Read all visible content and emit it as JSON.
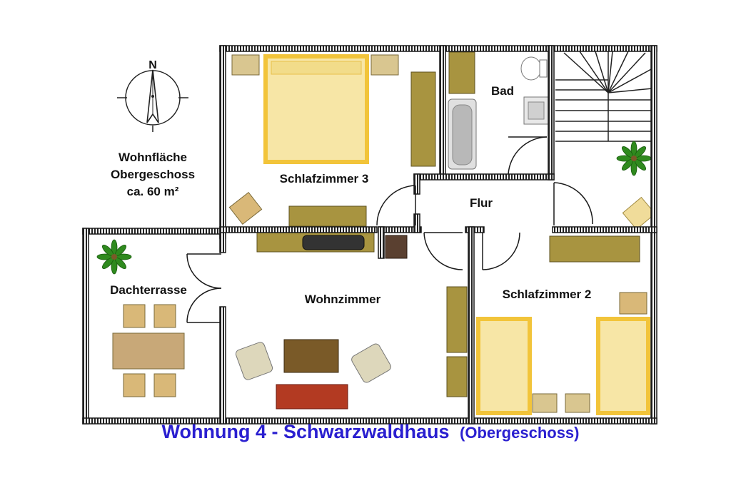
{
  "compass": {
    "north_letter": "N"
  },
  "info": {
    "line1": "Wohnfläche",
    "line2": "Obergeschoss",
    "line3": "ca. 60 m²"
  },
  "rooms": {
    "bedroom3": "Schlafzimmer 3",
    "bath": "Bad",
    "hall": "Flur",
    "terrace": "Dachterrasse",
    "living": "Wohnzimmer",
    "bedroom2": "Schlafzimmer 2"
  },
  "caption": {
    "title": "Wohnung 4 - Schwarzwaldhaus",
    "subtitle": "(Obergeschoss)"
  },
  "colors": {
    "wall": "#1a1a1a",
    "bed_frame": "#f2c43a",
    "bed_fill": "#f7e6a6",
    "furniture_olive": "#9c8a2e",
    "furniture_tan": "#c8b07a",
    "wood_brown": "#7a5a28",
    "rug_red": "#b33a22",
    "plant_green": "#2f8a1e",
    "caption_blue": "#2a1fd0"
  }
}
